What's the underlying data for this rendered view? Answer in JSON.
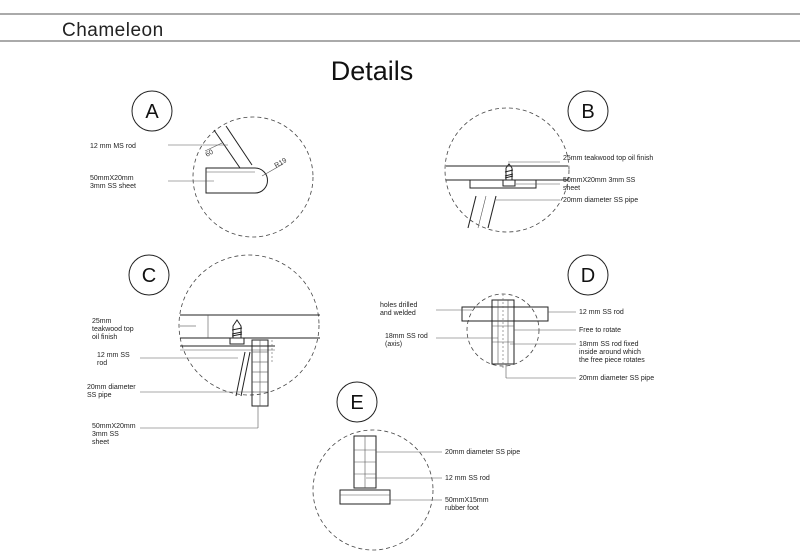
{
  "header": {
    "title": "Chameleon"
  },
  "page": {
    "heading": "Details"
  },
  "details": {
    "a": {
      "letter": "A",
      "labels": [
        "12 mm MS rod",
        "50mmX20mm",
        "3mm SS sheet"
      ],
      "dims": [
        "60",
        "R19"
      ]
    },
    "b": {
      "letter": "B",
      "labels": [
        "25mm teakwood top oil finish",
        "50mmX20mm 3mm SS",
        "sheet",
        "20mm diameter SS pipe"
      ]
    },
    "c": {
      "letter": "C",
      "labels": [
        "25mm",
        "teakwood top",
        "oil finish",
        "12 mm SS",
        "rod",
        "20mm diameter",
        "SS pipe",
        "50mmX20mm",
        "3mm SS",
        "sheet"
      ]
    },
    "d": {
      "letter": "D",
      "labels": [
        "holes drilled",
        "and welded",
        "18mm SS rod",
        "(axis)",
        "12 mm SS rod",
        "Free to rotate",
        "18mm SS rod fixed",
        "inside around which",
        "the free piece rotates",
        "20mm diameter SS pipe"
      ]
    },
    "e": {
      "letter": "E",
      "labels": [
        "20mm diameter SS pipe",
        "12 mm SS rod",
        "50mmX15mm",
        "rubber foot"
      ]
    }
  }
}
